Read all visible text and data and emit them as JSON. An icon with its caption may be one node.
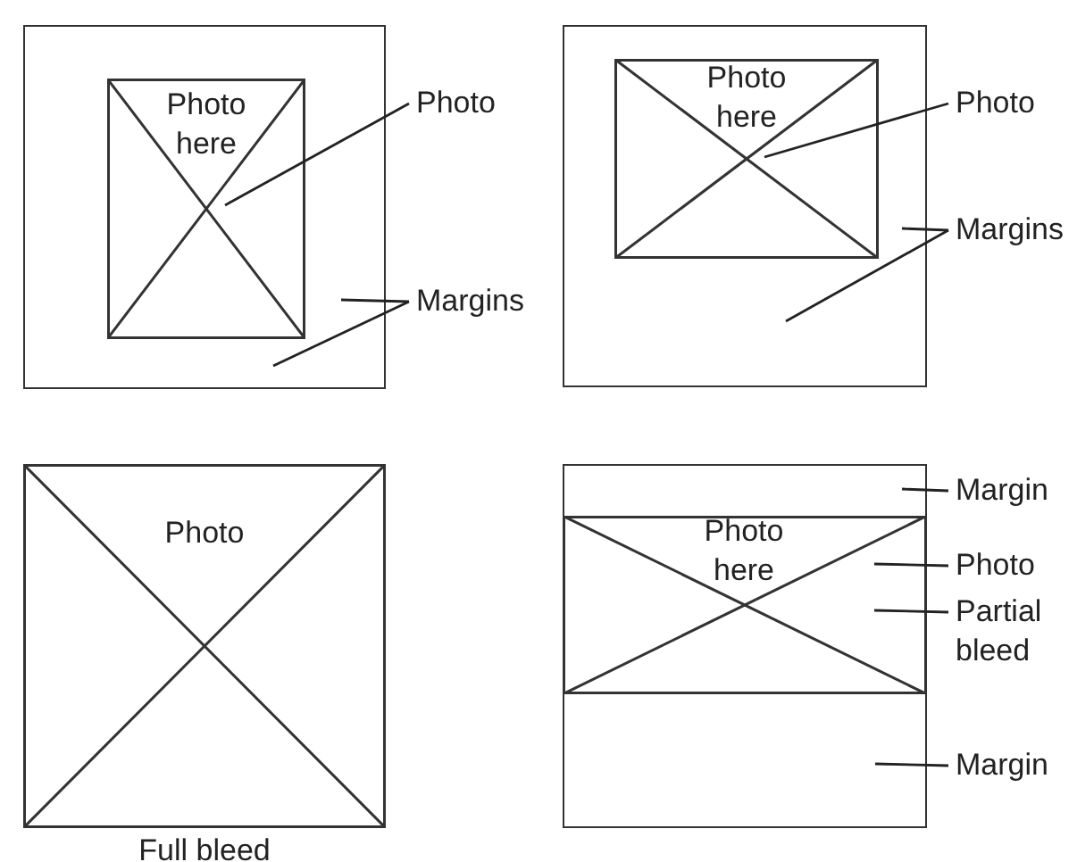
{
  "diagram": {
    "nodes": [
      {
        "text": [],
        "shape": "box"
      },
      {
        "text": [
          "Photo here"
        ],
        "in": 0
      },
      {
        "text": [
          "Photo"
        ]
      },
      {
        "text": [
          "Margins"
        ]
      },
      {
        "text": [],
        "shape": "box"
      },
      {
        "text": [
          "Photo here"
        ],
        "in": 4
      },
      {
        "text": [
          "Photo"
        ]
      },
      {
        "text": [
          "Margins"
        ]
      },
      {
        "text": [
          "Photo"
        ],
        "beside": [
          "Full bleed"
        ]
      },
      {
        "text": [],
        "shape": "box"
      },
      {
        "text": [
          "Photo here"
        ],
        "in": 9
      },
      {
        "text": [
          "Margin"
        ]
      },
      {
        "text": [
          "Photo"
        ]
      },
      {
        "text": [
          "Partial bleed"
        ]
      },
      {
        "text": [
          "Margin"
        ]
      }
    ],
    "edges": [
      {
        "from": 2,
        "to": 1,
        "arrow": "none"
      },
      {
        "from": 3,
        "to": null,
        "arrow": "none"
      },
      {
        "from": 3,
        "to": null,
        "arrow": "none"
      },
      {
        "from": 6,
        "to": 5,
        "arrow": "none"
      },
      {
        "from": 7,
        "to": null,
        "arrow": "none"
      },
      {
        "from": 7,
        "to": null,
        "arrow": "none"
      },
      {
        "from": 11,
        "to": null,
        "arrow": "none"
      },
      {
        "from": 12,
        "to": 10,
        "arrow": "none"
      },
      {
        "from": 13,
        "to": 10,
        "arrow": "none"
      },
      {
        "from": 14,
        "to": null,
        "arrow": "none"
      }
    ]
  }
}
